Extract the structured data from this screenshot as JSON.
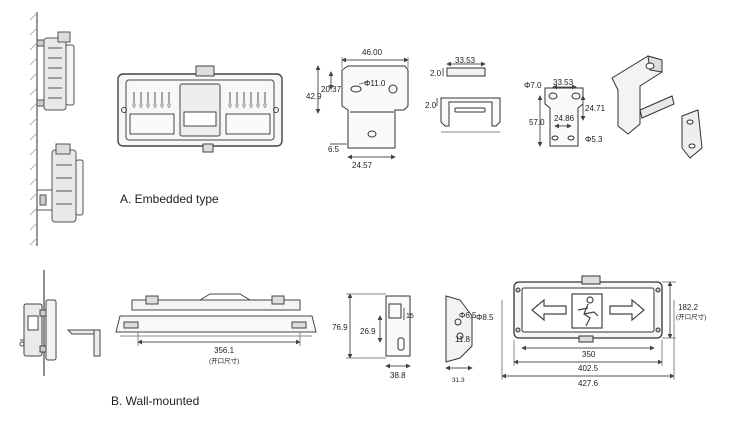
{
  "captions": {
    "embedded": "A. Embedded type",
    "wall": "B. Wall-mounted"
  },
  "dims_embedded": {
    "w46": "46.00",
    "h2037": "20.37",
    "h429": "42.9",
    "phi11": "Φ11.0",
    "d65": "6.5",
    "d2457": "24.57",
    "d3353a": "33.53",
    "d20a": "2.0",
    "d20b": "2.0",
    "phi7": "Φ7.0",
    "d3353b": "33.53",
    "d2471": "24.71",
    "d570": "57.0",
    "d2486": "24.86",
    "phi53": "Φ5.3"
  },
  "dims_wall": {
    "d3561": "356.1",
    "open_note_a": "(开口尺寸)",
    "d769": "76.9",
    "d269": "26.9",
    "d15": "15",
    "d388": "38.8",
    "phi65": "Φ6.5",
    "phi85": "Φ8.5",
    "d118": "11.8",
    "d313": "31.3",
    "d1822": "182.2",
    "open_note_b": "(开口尺寸)",
    "d350": "350",
    "d4025": "402.5",
    "d4276": "427.6"
  }
}
